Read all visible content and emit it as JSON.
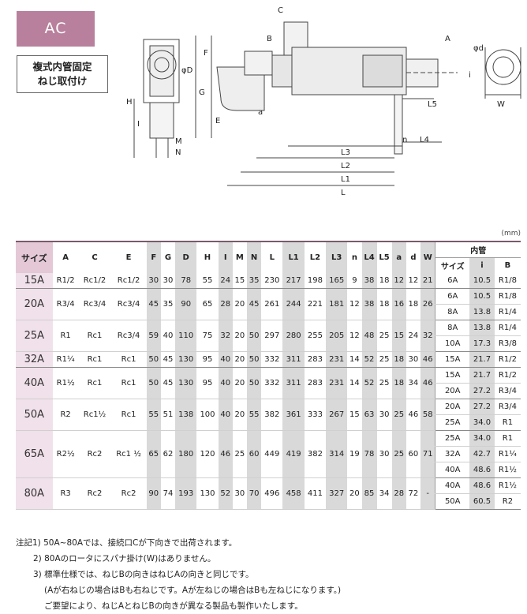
{
  "badge": "AC",
  "subtitle_line1": "複式内管固定",
  "subtitle_line2": "ねじ取付け",
  "unit": "(mm)",
  "drawing_labels": {
    "C": "C",
    "B": "B",
    "A": "A",
    "phi_d": "φd",
    "F": "F",
    "G": "G",
    "H": "H",
    "I": "I",
    "phi_D": "φD",
    "E": "E",
    "a": "a",
    "i": "i",
    "L5": "L5",
    "W": "W",
    "M": "M",
    "N": "N",
    "n": "n",
    "L4": "L4",
    "L3": "L3",
    "L2": "L2",
    "L1": "L1",
    "L": "L"
  },
  "table": {
    "headers": [
      "サイズ",
      "A",
      "C",
      "E",
      "F",
      "G",
      "D",
      "H",
      "I",
      "M",
      "N",
      "L",
      "L1",
      "L2",
      "L3",
      "n",
      "L4",
      "L5",
      "a",
      "d",
      "W"
    ],
    "pipe_header": "内管",
    "pipe_subheaders": [
      "サイズ",
      "i",
      "B"
    ],
    "groups": [
      {
        "size": "15A",
        "A": "R1/2",
        "C": "Rc1/2",
        "E": "Rc1/2",
        "F": "30",
        "G": "30",
        "D": "78",
        "H": "55",
        "I": "24",
        "M": "15",
        "N": "35",
        "L": "230",
        "L1": "217",
        "L2": "198",
        "L3": "165",
        "n": "9",
        "L4": "38",
        "L5": "18",
        "a": "12",
        "d": "12",
        "W": "21",
        "pipes": [
          {
            "size": "6A",
            "i": "10.5",
            "B": "R1/8"
          }
        ]
      },
      {
        "size": "20A",
        "A": "R3/4",
        "C": "Rc3/4",
        "E": "Rc3/4",
        "F": "45",
        "G": "35",
        "D": "90",
        "H": "65",
        "I": "28",
        "M": "20",
        "N": "45",
        "L": "261",
        "L1": "244",
        "L2": "221",
        "L3": "181",
        "n": "12",
        "L4": "38",
        "L5": "18",
        "a": "16",
        "d": "18",
        "W": "26",
        "pipes": [
          {
            "size": "6A",
            "i": "10.5",
            "B": "R1/8"
          },
          {
            "size": "8A",
            "i": "13.8",
            "B": "R1/4"
          }
        ]
      },
      {
        "size": "25A",
        "A": "R1",
        "C": "Rc1",
        "E": "Rc3/4",
        "F": "59",
        "G": "40",
        "D": "110",
        "H": "75",
        "I": "32",
        "M": "20",
        "N": "50",
        "L": "297",
        "L1": "280",
        "L2": "255",
        "L3": "205",
        "n": "12",
        "L4": "48",
        "L5": "25",
        "a": "15",
        "d": "24",
        "W": "32",
        "pipes": [
          {
            "size": "8A",
            "i": "13.8",
            "B": "R1/4"
          },
          {
            "size": "10A",
            "i": "17.3",
            "B": "R3/8"
          }
        ]
      },
      {
        "size": "32A",
        "A": "R1¼",
        "C": "Rc1",
        "E": "Rc1",
        "F": "50",
        "G": "45",
        "D": "130",
        "H": "95",
        "I": "40",
        "M": "20",
        "N": "50",
        "L": "332",
        "L1": "311",
        "L2": "283",
        "L3": "231",
        "n": "14",
        "L4": "52",
        "L5": "25",
        "a": "18",
        "d": "30",
        "W": "46",
        "pipes": [
          {
            "size": "15A",
            "i": "21.7",
            "B": "R1/2"
          }
        ]
      },
      {
        "size": "40A",
        "A": "R1½",
        "C": "Rc1",
        "E": "Rc1",
        "F": "50",
        "G": "45",
        "D": "130",
        "H": "95",
        "I": "40",
        "M": "20",
        "N": "50",
        "L": "332",
        "L1": "311",
        "L2": "283",
        "L3": "231",
        "n": "14",
        "L4": "52",
        "L5": "25",
        "a": "18",
        "d": "34",
        "W": "46",
        "pipes": [
          {
            "size": "15A",
            "i": "21.7",
            "B": "R1/2"
          },
          {
            "size": "20A",
            "i": "27.2",
            "B": "R3/4"
          }
        ]
      },
      {
        "size": "50A",
        "A": "R2",
        "C": "Rc1½",
        "E": "Rc1",
        "F": "55",
        "G": "51",
        "D": "138",
        "H": "100",
        "I": "40",
        "M": "20",
        "N": "55",
        "L": "382",
        "L1": "361",
        "L2": "333",
        "L3": "267",
        "n": "15",
        "L4": "63",
        "L5": "30",
        "a": "25",
        "d": "46",
        "W": "58",
        "pipes": [
          {
            "size": "20A",
            "i": "27.2",
            "B": "R3/4"
          },
          {
            "size": "25A",
            "i": "34.0",
            "B": "R1"
          }
        ]
      },
      {
        "size": "65A",
        "A": "R2½",
        "C": "Rc2",
        "E": "Rc1 ½",
        "F": "65",
        "G": "62",
        "D": "180",
        "H": "120",
        "I": "46",
        "M": "25",
        "N": "60",
        "L": "449",
        "L1": "419",
        "L2": "382",
        "L3": "314",
        "n": "19",
        "L4": "78",
        "L5": "30",
        "a": "25",
        "d": "60",
        "W": "71",
        "pipes": [
          {
            "size": "25A",
            "i": "34.0",
            "B": "R1"
          },
          {
            "size": "32A",
            "i": "42.7",
            "B": "R1¼"
          },
          {
            "size": "40A",
            "i": "48.6",
            "B": "R1½"
          }
        ]
      },
      {
        "size": "80A",
        "A": "R3",
        "C": "Rc2",
        "E": "Rc2",
        "F": "90",
        "G": "74",
        "D": "193",
        "H": "130",
        "I": "52",
        "M": "30",
        "N": "70",
        "L": "496",
        "L1": "458",
        "L2": "411",
        "L3": "327",
        "n": "20",
        "L4": "85",
        "L5": "34",
        "a": "28",
        "d": "72",
        "W": "-",
        "pipes": [
          {
            "size": "40A",
            "i": "48.6",
            "B": "R1½"
          },
          {
            "size": "50A",
            "i": "60.5",
            "B": "R2"
          }
        ]
      }
    ]
  },
  "notes": [
    "注記1) 50A~80Aでは、接続口Cが下向きで出荷されます。",
    "2) 80Aのロータにスパナ掛け(W)はありません。",
    "3) 標準仕様では、ねじBの向きはねじAの向きと同じです。",
    "(Aが右ねじの場合はBも右ねじです。Aが左ねじの場合はBも左ねじになります。)",
    "ご要望により、ねじAとねじBの向きが異なる製品も製作いたします。"
  ]
}
